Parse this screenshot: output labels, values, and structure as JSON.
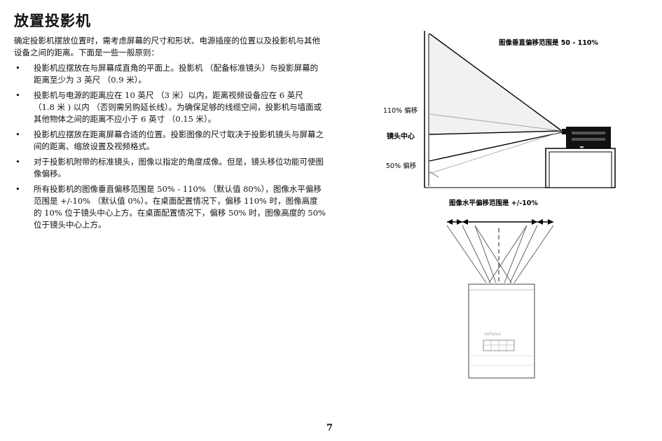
{
  "page": {
    "title": "放置投影机",
    "intro": "确定投影机摆放位置时，需考虑屏幕的尺寸和形状、电源插座的位置以及投影机与其他设备之间的距离。下面是一些一般原则：",
    "bullet_symbol": "•",
    "bullets": [
      "投影机应摆放在与屏幕成直角的平面上。投影机 （配备标准镜头）与投影屏幕的距离至少为 3 英尺 （0.9 米）。",
      "投影机与电源的距离应在 10 英尺 （3 米）以内，距离视频设备应在 6 英尺 （1.8 米 ) 以内 （否则需另购延长线）。为确保足够的线缆空间，投影机与墙面或其他物体之间的距离不应小于 6 英寸 （0.15 米）。",
      "投影机应摆放在距离屏幕合适的位置。投影图像的尺寸取决于投影机镜头与屏幕之间的距离、缩放设置及视频格式。",
      "对于投影机附带的标准镜头，图像以指定的角度成像。但是，镜头移位功能可使图像偏移。",
      "所有投影机的图像垂直偏移范围是 50% - 110% （默认值 80%），图像水平偏移范围是 +/-10% （默认值 0%）。在桌面配置情况下，偏移 110% 时，图像高度的 10% 位于镜头中心上方。在桌面配置情况下，偏移 50% 时，图像高度的 50% 位于镜头中心上方。"
    ],
    "page_number": "7"
  },
  "diagram": {
    "vertical_caption": "图像垂直偏移范围是 50 - 110%",
    "label_110": "110% 偏移",
    "label_center": "镜头中心",
    "label_50": "50% 偏移",
    "horizontal_caption": "图像水平偏移范围是 +/-10%",
    "brand_text": "InFocus"
  }
}
